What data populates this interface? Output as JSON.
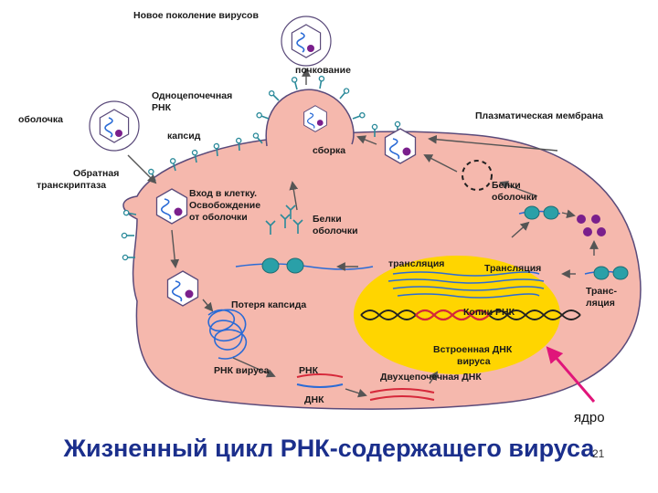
{
  "title": "Жизненный цикл РНК-содержащего вируса",
  "page_number": "21",
  "nucleus_label": "ядро",
  "labels": {
    "new_generation": "Новое поколение вирусов",
    "budding": "почкование",
    "ss_rna_1": "Одноцепочечная",
    "ss_rna_2": "РНК",
    "envelope": "оболочка",
    "capsid": "капсид",
    "plasma_membrane": "Плазматическая мембрана",
    "assembly": "сборка",
    "rt_1": "Обратная",
    "rt_2": "транскриптаза",
    "entry_1": "Вход в клетку.",
    "entry_2": "Освобождение",
    "entry_3": "от оболочки",
    "env_proteins_a_1": "Белки",
    "env_proteins_a_2": "оболочки",
    "env_proteins_b_1": "Белки",
    "env_proteins_b_2": "оболочки",
    "translation_small": "трансляция",
    "translation_big": "Трансляция",
    "transcription_1": "Транс-",
    "transcription_2": "ляция",
    "capsid_loss": "Потеря капсида",
    "rna_copies": "Копии РНК",
    "integrated_1": "Встроенная ДНК",
    "integrated_2": "вируса",
    "viral_rna": "РНК вируса",
    "rna": "РНК",
    "ds_dna": "Двухцепочечная ДНК",
    "dna": "ДНК"
  },
  "colors": {
    "cell_fill": "#f5b8ad",
    "cell_stroke": "#5a4a7a",
    "nucleus_fill": "#ffd500",
    "spike": "#2a8a9a",
    "rna_blue": "#2a6bd6",
    "rna_red": "#d6283a",
    "protein_teal": "#2aa0a8",
    "genome_purple": "#7a1f8c",
    "arrow": "#555555",
    "title": "#1b2f8c",
    "nucleus_arrow": "#e0157a"
  }
}
